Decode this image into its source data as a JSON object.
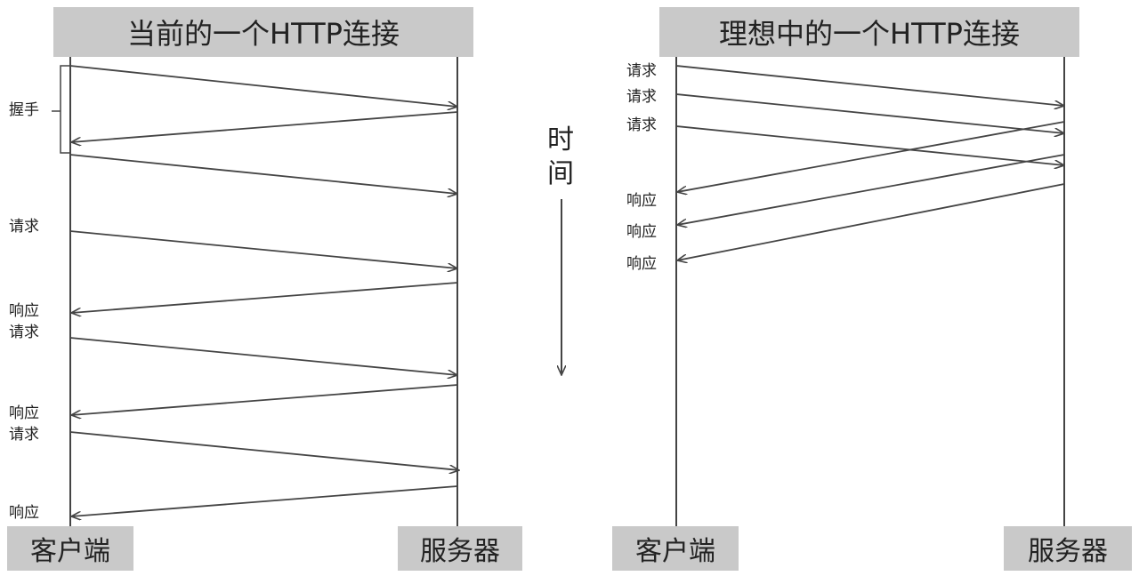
{
  "left_panel": {
    "title": "当前的一个HTTP连接",
    "client_label": "客户端",
    "server_label": "服务器",
    "handshake_label": "握手",
    "labels": {
      "request1": "请求",
      "response1": "响应",
      "request2": "请求",
      "response2": "响应",
      "request3": "请求",
      "response3": "响应"
    }
  },
  "right_panel": {
    "title": "理想中的一个HTTP连接",
    "client_label": "客户端",
    "server_label": "服务器",
    "labels": {
      "request1": "请求",
      "request2": "请求",
      "request3": "请求",
      "response1": "响应",
      "response2": "响应",
      "response3": "响应"
    }
  },
  "time_axis": {
    "char1": "时",
    "char2": "间"
  },
  "colors": {
    "box_fill": "#c9c9c9",
    "line": "#444444"
  }
}
